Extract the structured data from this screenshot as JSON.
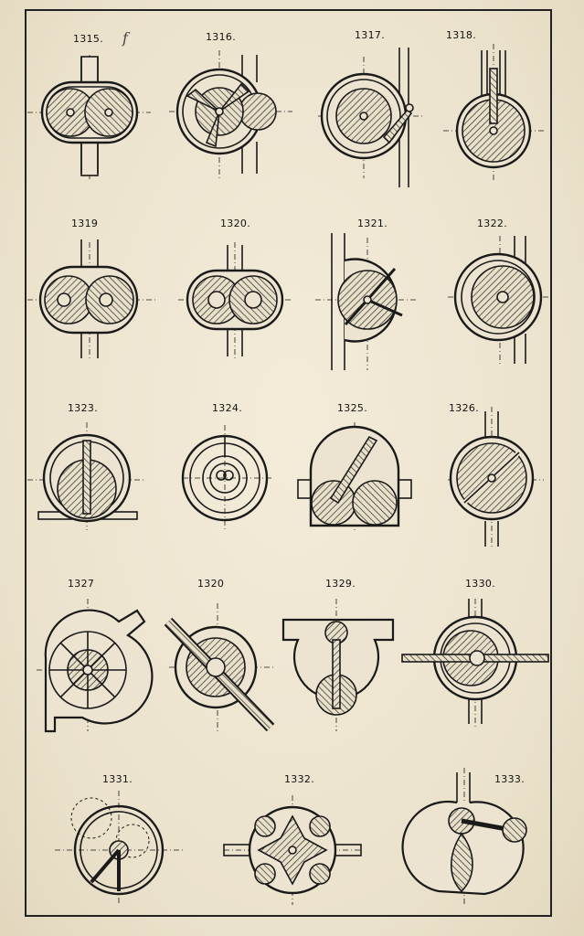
{
  "figures": [
    {
      "id": "1315",
      "label": "1315."
    },
    {
      "id": "1316",
      "label": "1316."
    },
    {
      "id": "1317",
      "label": "1317."
    },
    {
      "id": "1318",
      "label": "1318."
    },
    {
      "id": "1319",
      "label": "1319"
    },
    {
      "id": "1320",
      "label": "1320."
    },
    {
      "id": "1321",
      "label": "1321."
    },
    {
      "id": "1322",
      "label": "1322."
    },
    {
      "id": "1323",
      "label": "1323."
    },
    {
      "id": "1324",
      "label": "1324."
    },
    {
      "id": "1325",
      "label": "1325."
    },
    {
      "id": "1326",
      "label": "1326."
    },
    {
      "id": "1327",
      "label": "1327"
    },
    {
      "id": "1328",
      "label": "1320"
    },
    {
      "id": "1329",
      "label": "1329."
    },
    {
      "id": "1330",
      "label": "1330."
    },
    {
      "id": "1331",
      "label": "1331."
    },
    {
      "id": "1332",
      "label": "1332."
    },
    {
      "id": "1333",
      "label": "1333."
    }
  ],
  "marginalia": {
    "top_mark": "f"
  },
  "colors": {
    "paper": "#ece4d0",
    "ink": "#1a1a1a",
    "hatch": "#2a2a2a"
  }
}
